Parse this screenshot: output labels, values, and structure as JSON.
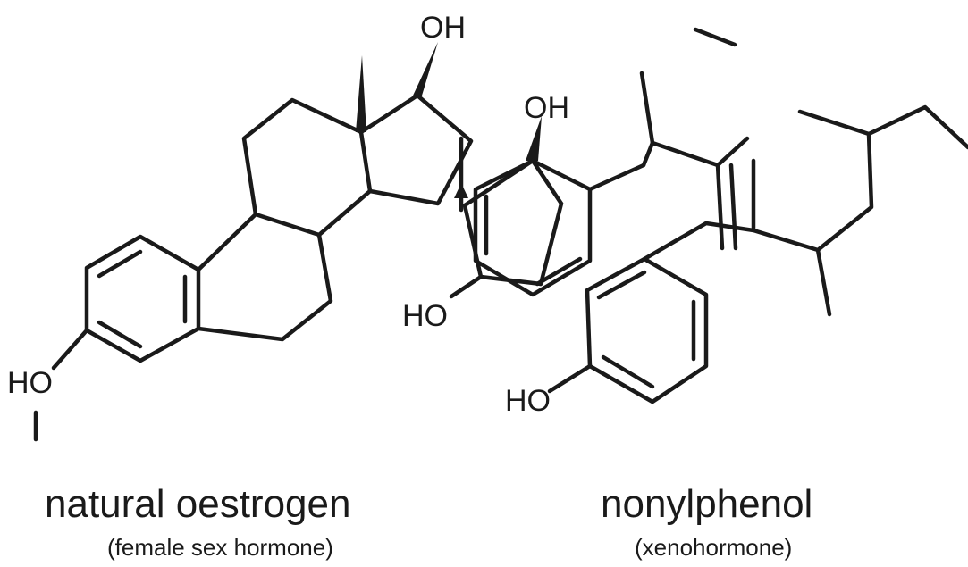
{
  "molecules": {
    "oestrogen": {
      "name": "natural oestrogen",
      "note": "(female sex hormone)",
      "atoms": {
        "oh_top": "OH",
        "ho_left": "HO"
      }
    },
    "nonylphenol": {
      "name": "nonylphenol",
      "note": "(xenohormone)",
      "atoms": {
        "ho": "HO"
      }
    },
    "overlay": {
      "atoms": {
        "oh": "OH",
        "ho": "HO"
      }
    }
  }
}
